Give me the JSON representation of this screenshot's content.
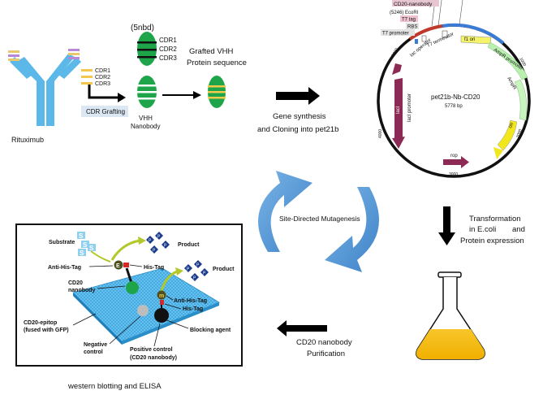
{
  "antibody": {
    "name_label": "Rituximub",
    "cdr_labels": [
      "CDR1",
      "CDR2",
      "CDR3"
    ],
    "grafting_label": "CDR Grafting"
  },
  "nanobody_5nbd": {
    "title": "(5nbd)",
    "cdr_labels": [
      "CDR1",
      "CDR2",
      "CDR3"
    ]
  },
  "vhh": {
    "label_line1": "VHH",
    "label_line2": "Nanobody"
  },
  "grafted": {
    "label_line1": "Grafted VHH",
    "label_line2": "Protein sequence"
  },
  "synthesis": {
    "line1": "Gene synthesis",
    "line2": "and Cloning into pet21b"
  },
  "plasmid": {
    "name": "pet21b-Nb-CD20",
    "size": "5778 bp",
    "top_labels": [
      "CD20-nanobody",
      "(5246)  EcoRI",
      "T7 tag",
      "RBS",
      "T7 promoter"
    ],
    "features": {
      "t7_terminator": "T7 terminator",
      "lac_operator": "lac operator",
      "f1_ori": "f1 ori",
      "ampr_promoter": "AmpR promoter",
      "ampr": "AmpR",
      "ori": "ori",
      "laci": "lacI",
      "laci_promoter": "lacI promoter",
      "rop": "rop"
    },
    "ticks": [
      "5000",
      "4000",
      "3000",
      "2000",
      "1000"
    ]
  },
  "mutagenesis": {
    "label": "Site-Directed Mutagenesis"
  },
  "expression": {
    "line1": "Transformation",
    "line2": "in E.coli",
    "line3": "and",
    "line4": "Protein expression"
  },
  "purification": {
    "line1": "CD20 nanobody",
    "line2": "Purification"
  },
  "assay": {
    "substrate": "Substrate",
    "product1": "Product",
    "product2": "Product",
    "anti_his_tag_1": "Anti-His-Tag",
    "his_tag_1": "His-Tag",
    "cd20_nanobody_line1": "CD20",
    "cd20_nanobody_line2": "nanobody",
    "anti_his_tag_2": "Anti-His-Tag",
    "his_tag_2": "His-Tag",
    "cd20_epitop_line1": "CD20-epitop",
    "cd20_epitop_line2": "(fused with GFP)",
    "blocking_agent": "Blocking agent",
    "negative_control_line1": "Negative",
    "negative_control_line2": "control",
    "positive_control_line1": "Positive control",
    "positive_control_line2": "(CD20 nanobody)",
    "enzyme_label_1": "E",
    "enzyme_label_2": "m",
    "substrate_glyph": "S",
    "product_glyph": "P"
  },
  "caption": "western blotting and ELISA"
}
